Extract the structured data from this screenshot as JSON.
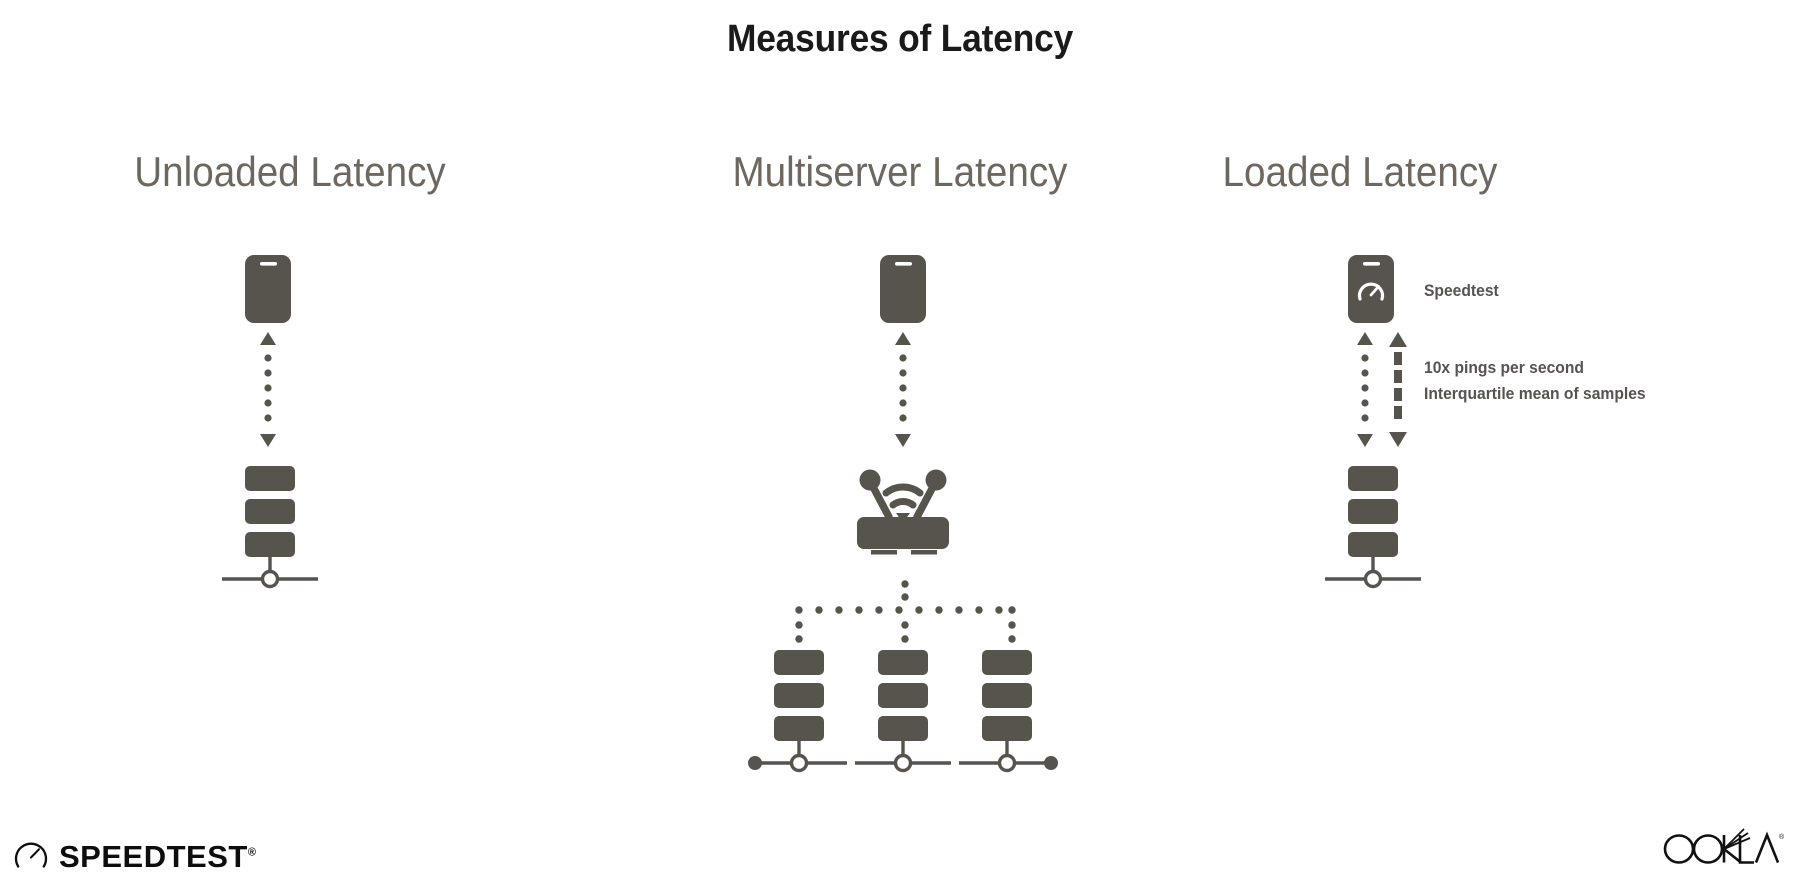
{
  "page": {
    "title": "Measures of Latency",
    "background": "#ffffff",
    "ink_color": "#57534d",
    "title_color": "#1a1a1a",
    "heading_color": "#6d675f"
  },
  "columns": [
    {
      "id": "unloaded",
      "heading": "Unloaded Latency",
      "device_icon": "phone-icon",
      "link_icon": "dotted-double-arrow-icon",
      "endpoint_icon": "server-icon",
      "annotations": []
    },
    {
      "id": "multiserver",
      "heading": "Multiserver Latency",
      "device_icon": "phone-icon",
      "link_icon": "dotted-double-arrow-icon",
      "midpoint_icon": "wifi-router-icon",
      "branch_icon": "dotted-branch-connector-icon",
      "endpoint_icon": "server-icon",
      "server_count": 3,
      "annotations": []
    },
    {
      "id": "loaded",
      "heading": "Loaded Latency",
      "device_icon": "speedtest-phone-icon",
      "link_icon": "dotted-double-arrow-icon",
      "link_icon_secondary": "dashed-double-arrow-icon",
      "endpoint_icon": "server-icon",
      "annotations": [
        {
          "id": "device-label",
          "text": "Speedtest"
        },
        {
          "id": "link-label-1",
          "text": "10x pings per second"
        },
        {
          "id": "link-label-2",
          "text": "Interquartile mean of samples"
        }
      ]
    }
  ],
  "footer": {
    "speedtest_logo": {
      "icon": "speedometer-icon",
      "wordmark": "SPEEDTEST",
      "trademark": "®"
    },
    "ookla_logo": {
      "wordmark": "OOKLA",
      "trademark": "®"
    }
  }
}
